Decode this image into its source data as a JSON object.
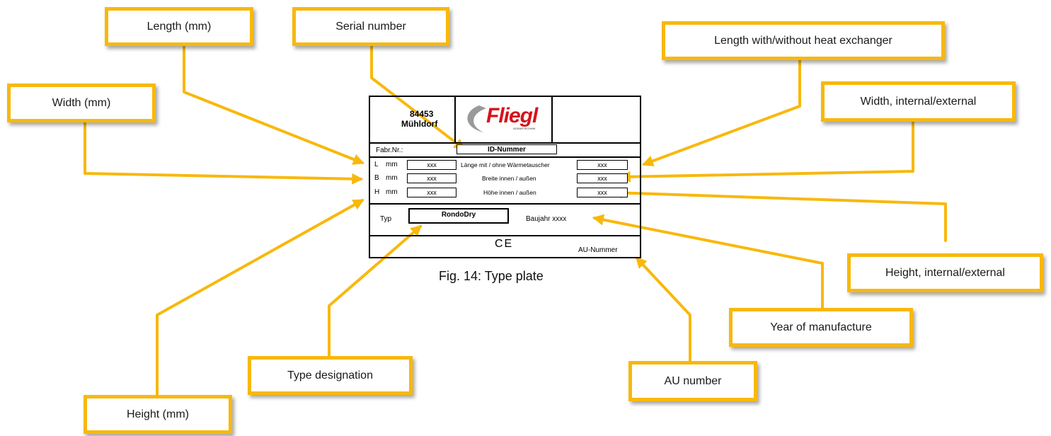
{
  "caption": "Fig. 14: Type plate",
  "callouts": {
    "length_mm": "Length (mm)",
    "serial_number": "Serial number",
    "length_heat_exchanger": "Length with/without heat exchanger",
    "width_mm": "Width (mm)",
    "width_int_ext": "Width, internal/external",
    "height_int_ext": "Height, internal/external",
    "year_of_manufacture": "Year of manufacture",
    "au_number": "AU number",
    "type_designation": "Type designation",
    "height_mm": "Height (mm)"
  },
  "plate": {
    "postcode": "84453",
    "city": "Mühldorf",
    "logo_text": "Fliegl",
    "logo_subtext": "AGRARTECHNIK",
    "serial_label": "Fabr.Nr.:",
    "serial_value": "ID-Nummer",
    "rows": [
      {
        "letter": "L",
        "unit": "mm",
        "value": "xxx",
        "desc": "Länge mit / ohne Wärmetauscher",
        "value2": "xxx"
      },
      {
        "letter": "B",
        "unit": "mm",
        "value": "xxx",
        "desc": "Breite innen / außen",
        "value2": "xxx"
      },
      {
        "letter": "H",
        "unit": "mm",
        "value": "xxx",
        "desc": "Höhe innen / außen",
        "value2": "xxx"
      }
    ],
    "type_label": "Typ",
    "type_value": "RondoDry",
    "year_label": "Baujahr xxxx",
    "ce_mark": "CE",
    "au_label": "AU-Nummer"
  },
  "colors": {
    "callout_border": "#f8b80c",
    "logo_red": "#d4141c"
  }
}
